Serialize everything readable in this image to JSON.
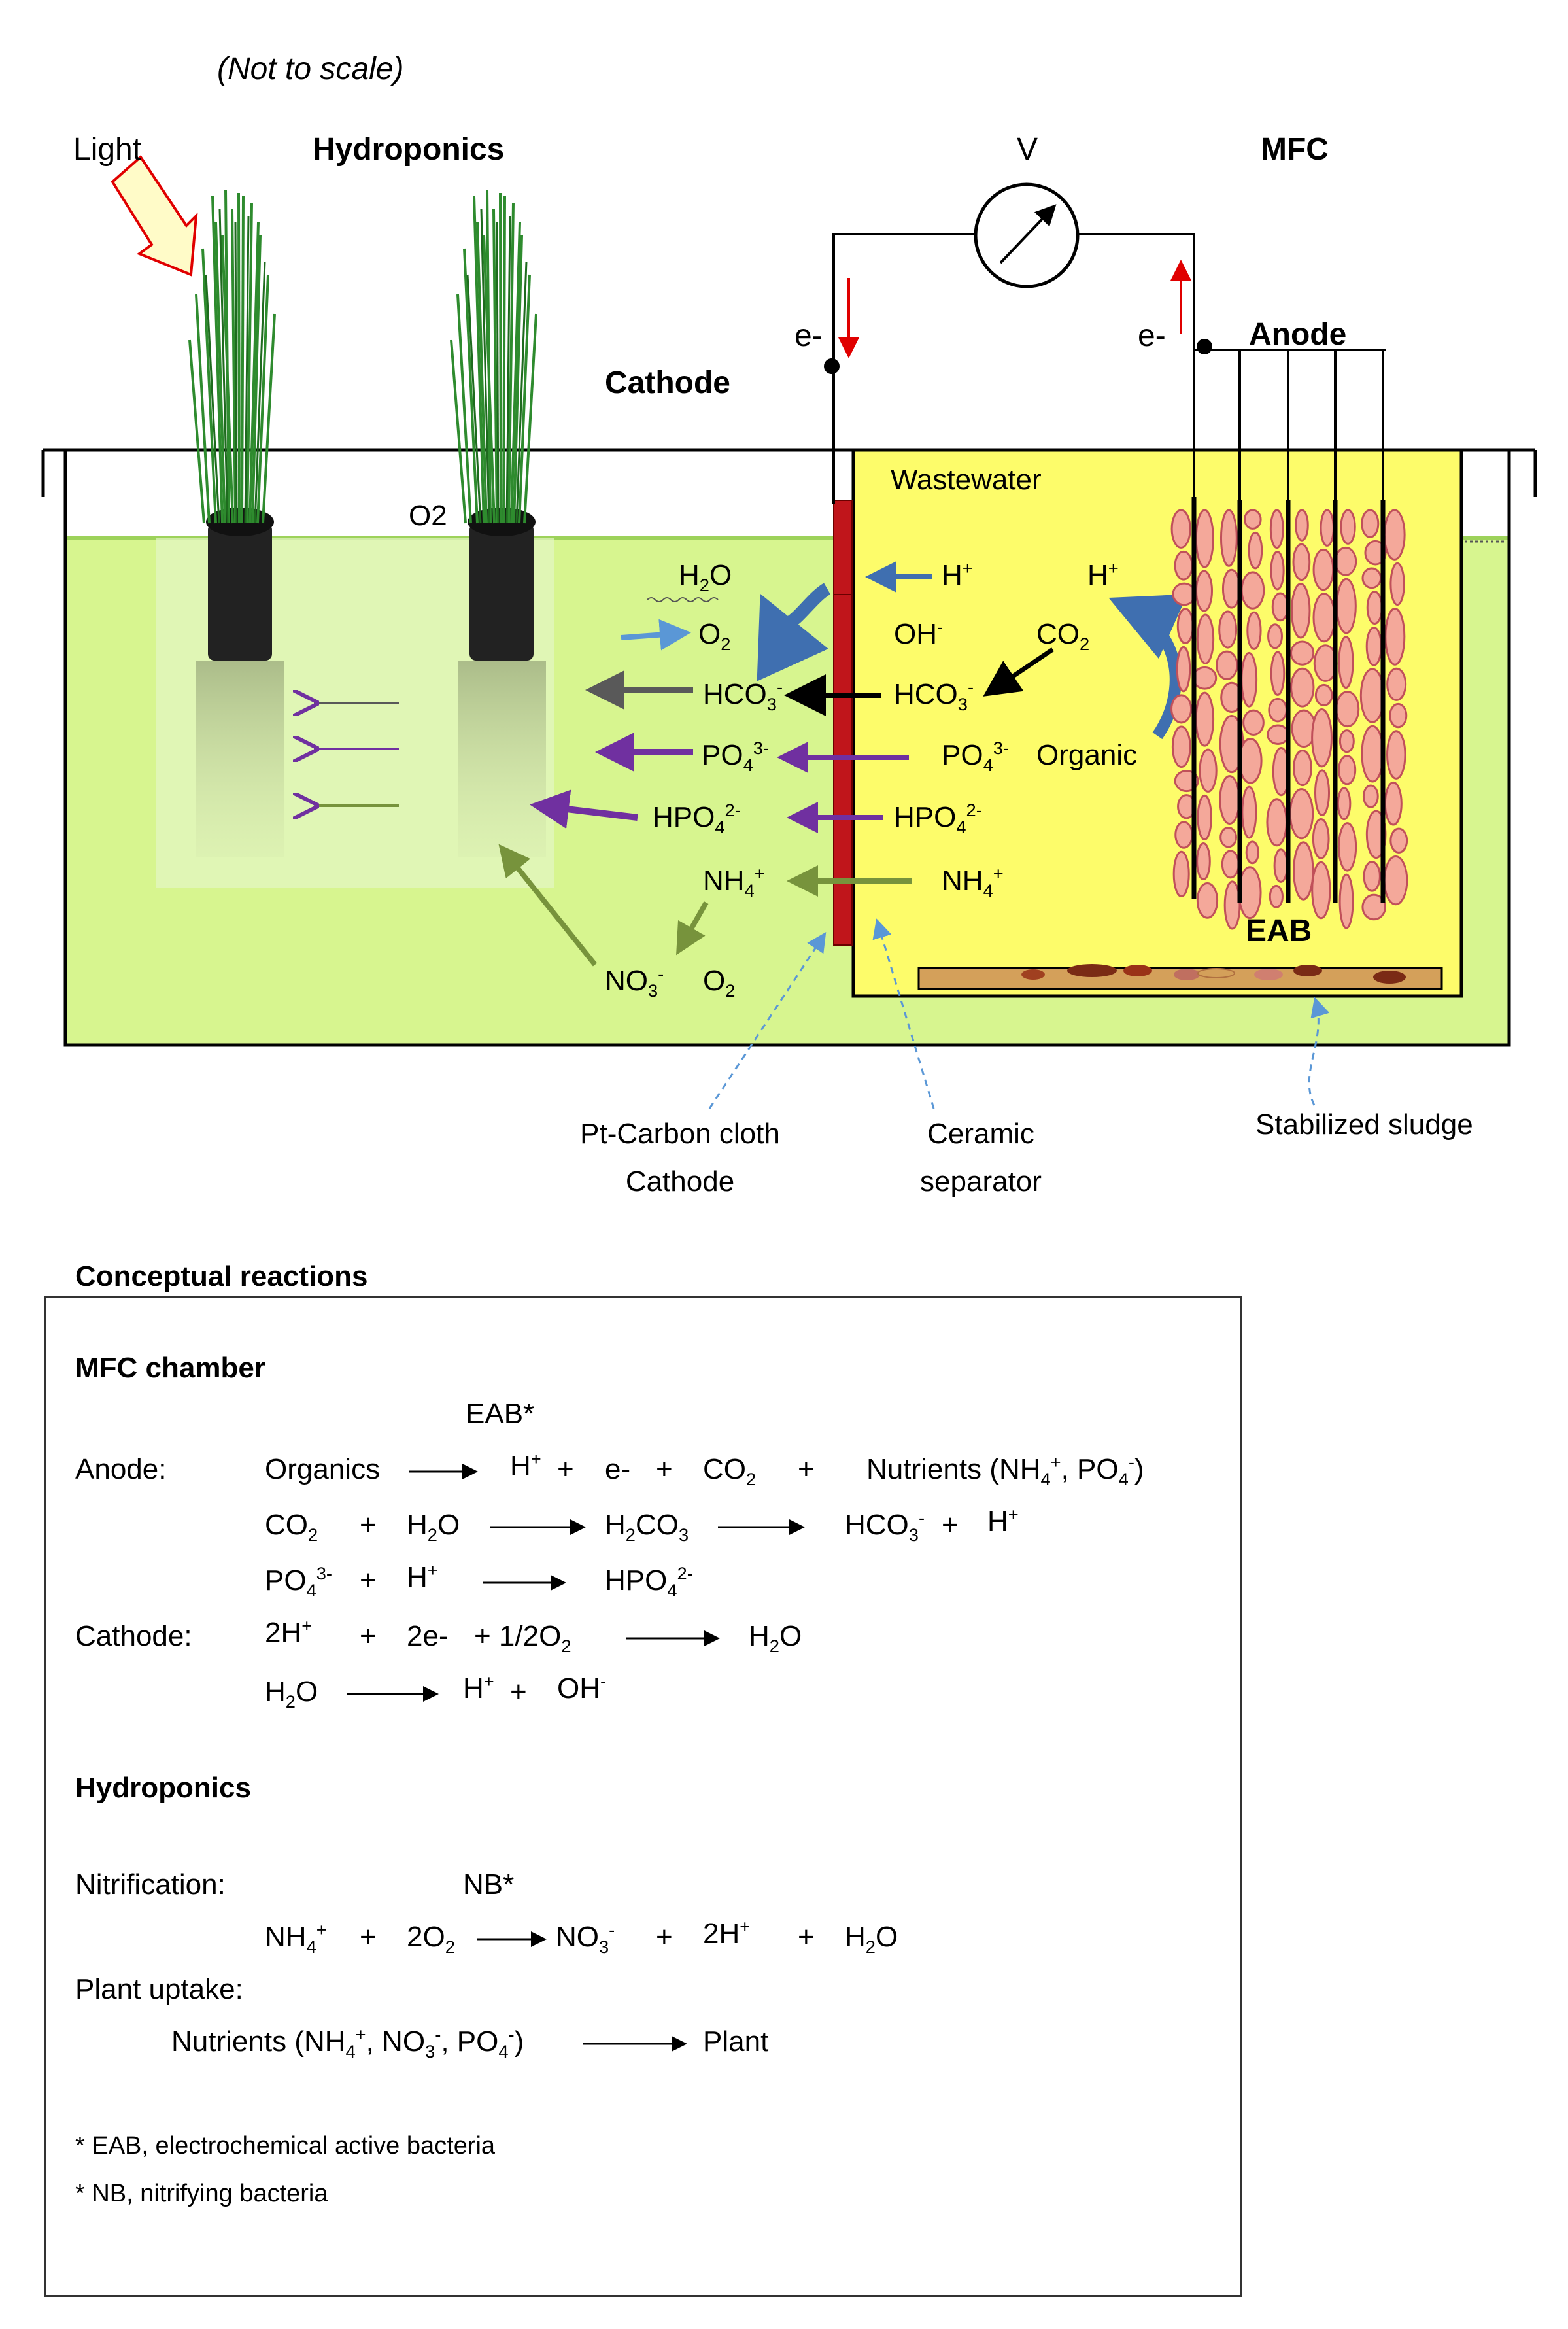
{
  "note": "(Not to scale)",
  "top_labels": {
    "light": "Light",
    "hydroponics": "Hydroponics",
    "voltmeter": "V",
    "mfc": "MFC",
    "electron_left": "e-",
    "electron_right": "e-",
    "anode": "Anode",
    "cathode": "Cathode"
  },
  "tank": {
    "wastewater": "Wastewater",
    "o2_surface": "O2",
    "eab": "EAB",
    "organic": "Organic",
    "cathode_side": {
      "h2o": "H2O",
      "o2": "O2",
      "hco3": "HCO3",
      "po4": "PO4",
      "hpo4": "HPO4",
      "nh4": "NH4",
      "no3": "NO3",
      "o2_bottom": "O2"
    },
    "anode_side": {
      "h_plus": "H",
      "oh_minus": "OH",
      "co2": "CO2",
      "h_plus_right": "H",
      "hco3": "HCO3",
      "po4": "PO4",
      "hpo4": "HPO4",
      "nh4": "NH4"
    },
    "charges": {
      "plus": "+",
      "minus": "-",
      "three_minus": "3-",
      "two_minus": "2-"
    },
    "subscripts": {
      "two": "2",
      "three": "3",
      "four": "4"
    }
  },
  "callouts": {
    "pt_carbon_line1": "Pt-Carbon cloth",
    "pt_carbon_line2": "Cathode",
    "ceramic_line1": "Ceramic",
    "ceramic_line2": "separator",
    "sludge": "Stabilized sludge"
  },
  "reactions": {
    "heading": "Conceptual reactions",
    "mfc_heading": "MFC chamber",
    "eab_catalyst": "EAB*",
    "anode_label": "Anode:",
    "anode_r1_lhs": "Organics",
    "anode_r1_rhs_h": "H",
    "anode_r1_plus": "+",
    "anode_r1_e": "e-",
    "anode_r1_co2": "CO",
    "anode_r1_nutrients": "Nutrients (NH",
    "anode_r1_nutrients_mid": ", PO",
    "anode_r1_nutrients_end": ")",
    "anode_r2_co2": "CO",
    "anode_r2_h2o_h": "H",
    "anode_r2_h2o_o": "O",
    "anode_r2_h2co3_a": "H",
    "anode_r2_h2co3_b": "CO",
    "anode_r2_hco3": "HCO",
    "anode_r2_h": "H",
    "anode_r3_po4": "PO",
    "anode_r3_h": "H",
    "anode_r3_hpo4": "HPO",
    "cathode_label": "Cathode:",
    "cathode_r1_2h": "2H",
    "cathode_r1_2e": "2e-",
    "cathode_r1_o2": "+ 1/2O",
    "cathode_r1_h2o_h": "H",
    "cathode_r1_h2o_o": "O",
    "cathode_r2_h2o_h": "H",
    "cathode_r2_h2o_o": "O",
    "cathode_r2_h": "H",
    "cathode_r2_oh": "OH",
    "hydro_heading": "Hydroponics",
    "nitrification_label": "Nitrification:",
    "nb_catalyst": "NB*",
    "nit_nh4": "NH",
    "nit_2o2": "2O",
    "nit_no3": "NO",
    "nit_2h": "2H",
    "nit_h2o_h": "H",
    "nit_h2o_o": "O",
    "plant_label": "Plant uptake:",
    "plant_nutrients": "Nutrients (NH",
    "plant_no3": ", NO",
    "plant_po4": ", PO",
    "plant_close": ")",
    "plant_product": "Plant",
    "footnote1": "* EAB, electrochemical active bacteria",
    "footnote2": "* NB, nitrifying bacteria"
  },
  "colors": {
    "hydroponic_water": "#d7f58f",
    "wastewater": "#fdfc6a",
    "cathode_cloth": "#c0151b",
    "bacteria_fill": "#f4a89a",
    "bacteria_edge": "#c0505a",
    "blue_arrow": "#3f6fb0",
    "light_blue_arrow": "#5a97d6",
    "purple_arrow": "#7030a0",
    "green_arrow": "#77933c",
    "gray_arrow": "#595959",
    "red_arrow": "#e00000"
  }
}
